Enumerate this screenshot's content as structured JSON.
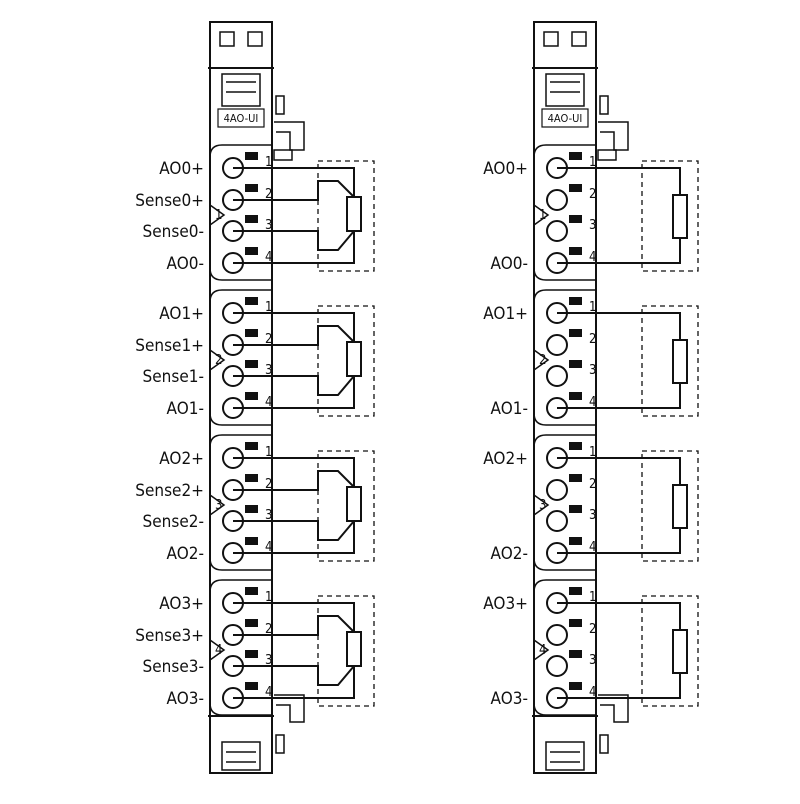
{
  "modules": [
    {
      "id": "left",
      "label": "4AO-UI",
      "wiring": "four-wire",
      "groups": [
        {
          "badge": "1",
          "terminals": [
            "1",
            "2",
            "3",
            "4"
          ],
          "labels": [
            "AO0+",
            "Sense0+",
            "Sense0-",
            "AO0-"
          ]
        },
        {
          "badge": "2",
          "terminals": [
            "1",
            "2",
            "3",
            "4"
          ],
          "labels": [
            "AO1+",
            "Sense1+",
            "Sense1-",
            "AO1-"
          ]
        },
        {
          "badge": "3",
          "terminals": [
            "1",
            "2",
            "3",
            "4"
          ],
          "labels": [
            "AO2+",
            "Sense2+",
            "Sense2-",
            "AO2-"
          ]
        },
        {
          "badge": "4",
          "terminals": [
            "1",
            "2",
            "3",
            "4"
          ],
          "labels": [
            "AO3+",
            "Sense3+",
            "Sense3-",
            "AO3-"
          ]
        }
      ]
    },
    {
      "id": "right",
      "label": "4AO-UI",
      "wiring": "two-wire",
      "groups": [
        {
          "badge": "1",
          "terminals": [
            "1",
            "2",
            "3",
            "4"
          ],
          "labels": [
            "AO0+",
            "",
            "",
            "AO0-"
          ]
        },
        {
          "badge": "2",
          "terminals": [
            "1",
            "2",
            "3",
            "4"
          ],
          "labels": [
            "AO1+",
            "",
            "",
            "AO1-"
          ]
        },
        {
          "badge": "3",
          "terminals": [
            "1",
            "2",
            "3",
            "4"
          ],
          "labels": [
            "AO2+",
            "",
            "",
            "AO2-"
          ]
        },
        {
          "badge": "4",
          "terminals": [
            "1",
            "2",
            "3",
            "4"
          ],
          "labels": [
            "AO3+",
            "",
            "",
            "AO3-"
          ]
        }
      ]
    }
  ],
  "colors": {
    "line": "#111111",
    "background": "#ffffff"
  }
}
